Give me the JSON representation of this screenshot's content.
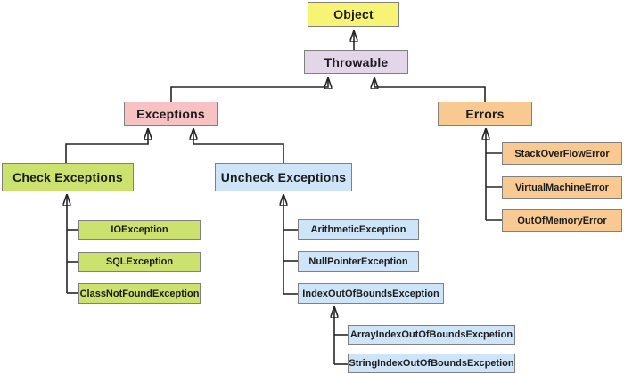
{
  "colors": {
    "yellow": "#f7f474",
    "lavender": "#e4d6e9",
    "pink": "#f6c2c4",
    "orange": "#f9c992",
    "green": "#cbe26e",
    "blue": "#cee4f8",
    "line": "#262626",
    "border": "#808080"
  },
  "nodes": {
    "object": {
      "label": "Object"
    },
    "throwable": {
      "label": "Throwable"
    },
    "exceptions": {
      "label": "Exceptions"
    },
    "errors": {
      "label": "Errors"
    },
    "check_exceptions": {
      "label": "Check Exceptions"
    },
    "uncheck_exceptions": {
      "label": "Uncheck Exceptions"
    },
    "io_exception": {
      "label": "IOException"
    },
    "sql_exception": {
      "label": "SQLException"
    },
    "class_not_found_exception": {
      "label": "ClassNotFoundException"
    },
    "arithmetic_exception": {
      "label": "ArithmeticException"
    },
    "null_pointer_exception": {
      "label": "NullPointerException"
    },
    "index_out_of_bounds_exception": {
      "label": "IndexOutOfBoundsException"
    },
    "array_index_out_of_bounds": {
      "label": "ArrayIndexOutOfBoundsExcpetion"
    },
    "string_index_out_of_bounds": {
      "label": "StringIndexOutOfBoundsExcpetion"
    },
    "stack_overflow_error": {
      "label": "StackOverFlowError"
    },
    "virtual_machine_error": {
      "label": "VirtualMachineError"
    },
    "out_of_memory_error": {
      "label": "OutOfMemoryError"
    }
  },
  "hierarchy": [
    {
      "child": "Throwable",
      "parent": "Object"
    },
    {
      "child": "Exceptions",
      "parent": "Throwable"
    },
    {
      "child": "Errors",
      "parent": "Throwable"
    },
    {
      "child": "Check Exceptions",
      "parent": "Exceptions"
    },
    {
      "child": "Uncheck Exceptions",
      "parent": "Exceptions"
    },
    {
      "child": "IOException",
      "parent": "Check Exceptions"
    },
    {
      "child": "SQLException",
      "parent": "Check Exceptions"
    },
    {
      "child": "ClassNotFoundException",
      "parent": "Check Exceptions"
    },
    {
      "child": "ArithmeticException",
      "parent": "Uncheck Exceptions"
    },
    {
      "child": "NullPointerException",
      "parent": "Uncheck Exceptions"
    },
    {
      "child": "IndexOutOfBoundsException",
      "parent": "Uncheck Exceptions"
    },
    {
      "child": "ArrayIndexOutOfBoundsExcpetion",
      "parent": "IndexOutOfBoundsException"
    },
    {
      "child": "StringIndexOutOfBoundsExcpetion",
      "parent": "IndexOutOfBoundsException"
    },
    {
      "child": "StackOverFlowError",
      "parent": "Errors"
    },
    {
      "child": "VirtualMachineError",
      "parent": "Errors"
    },
    {
      "child": "OutOfMemoryError",
      "parent": "Errors"
    }
  ]
}
